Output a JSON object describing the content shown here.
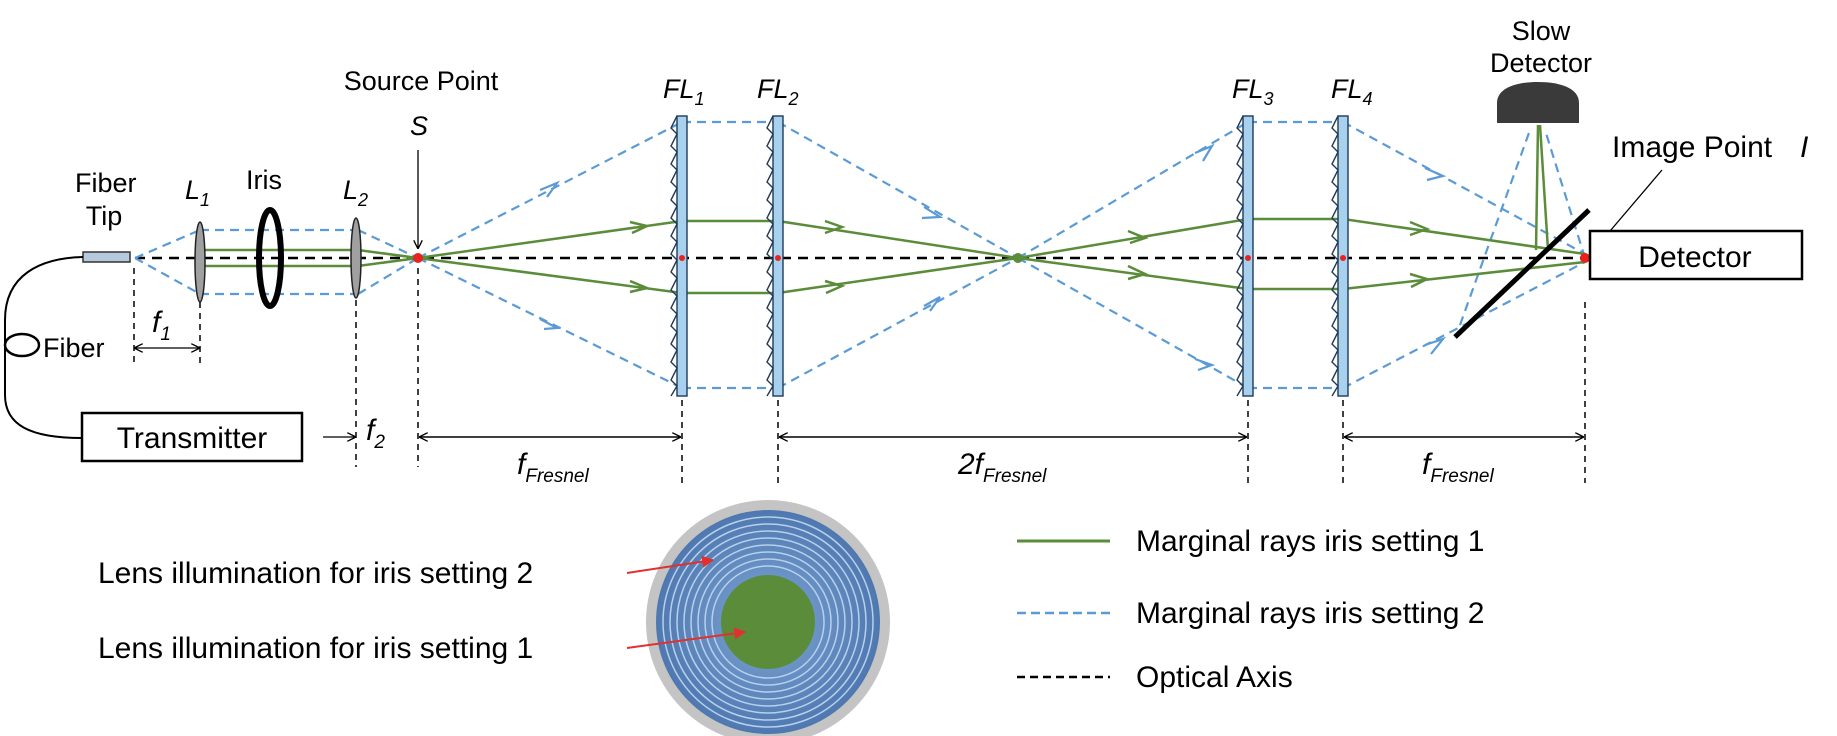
{
  "labels": {
    "fiber_tip_line1": "Fiber",
    "fiber_tip_line2": "Tip",
    "fiber": "Fiber",
    "transmitter": "Transmitter",
    "l1_main": "L",
    "l1_sub": "1",
    "iris": "Iris",
    "l2_main": "L",
    "l2_sub": "2",
    "f1_main": "f",
    "f1_sub": "1",
    "f2_main": "f",
    "f2_sub": "2",
    "source_point": "Source Point",
    "source_symbol": "S",
    "fl1_main": "FL",
    "fl1_sub": "1",
    "fl2_main": "FL",
    "fl2_sub": "2",
    "fl3_main": "FL",
    "fl3_sub": "3",
    "fl4_main": "FL",
    "fl4_sub": "4",
    "f_fresnel_main": "f",
    "fresnel_sub": "Fresnel",
    "two_f_fresnel_main": "2f",
    "slow_detector_line1": "Slow",
    "slow_detector_line2": "Detector",
    "image_point": "Image Point",
    "image_symbol": "I",
    "detector": "Detector",
    "lens_illum_setting2": "Lens illumination for iris setting 2",
    "lens_illum_setting1": "Lens illumination for iris setting 1"
  },
  "legend": {
    "items": [
      {
        "label": "Marginal rays iris setting 1",
        "style": "solid",
        "color": "#5b8c3a"
      },
      {
        "label": "Marginal rays iris setting 2",
        "style": "dashed",
        "color": "#5b9bd5"
      },
      {
        "label": "Optical Axis",
        "style": "dashed",
        "color": "#000000"
      }
    ]
  },
  "colors": {
    "green_ray": "#5b8c3a",
    "blue_ray": "#5b9bd5",
    "axis": "#000000",
    "fresnel_fill": "#a8d1ee",
    "focus_point": "#e8221d",
    "annotation_arrow": "#e03030",
    "lens_gray": "#a0a0a0",
    "detector_dark": "#3a3a3a"
  }
}
